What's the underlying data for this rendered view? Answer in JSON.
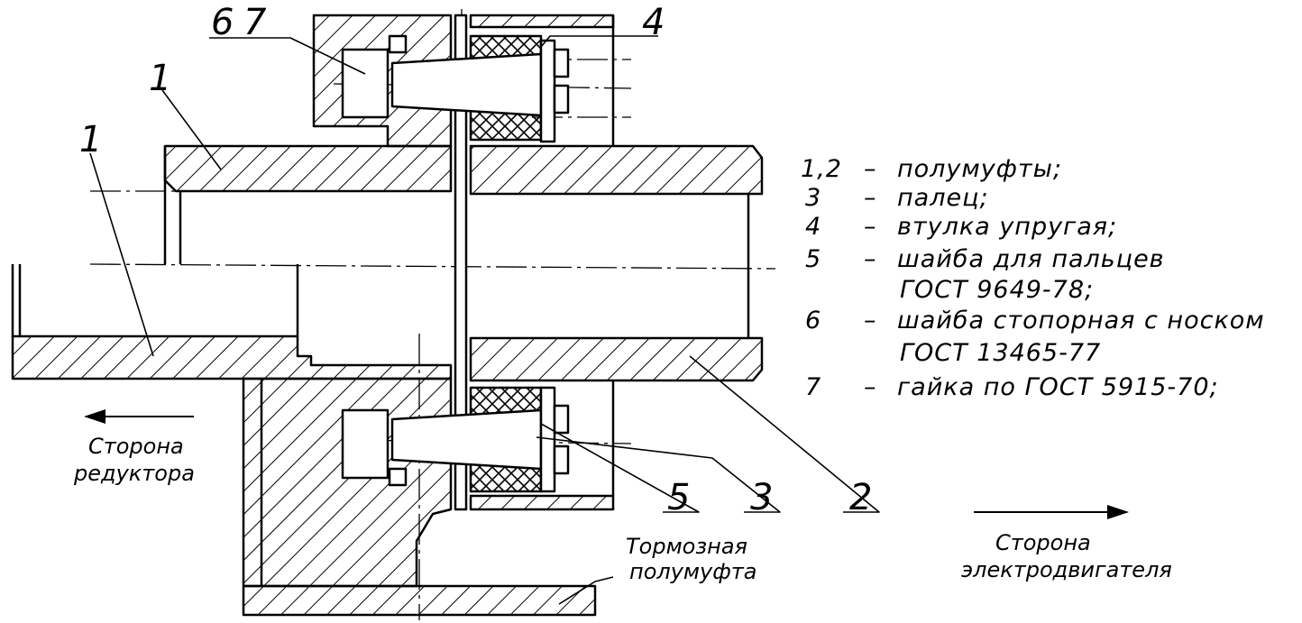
{
  "callouts": {
    "c6": "6",
    "c7": "7",
    "c4": "4",
    "c1_top": "1",
    "c1_left": "1",
    "c5": "5",
    "c3": "3",
    "c2": "2"
  },
  "legend": [
    {
      "num": "1,2",
      "text": "полумуфты;"
    },
    {
      "num": "3",
      "text": "палец;"
    },
    {
      "num": "4",
      "text": "втулка упругая;"
    },
    {
      "num": "5",
      "text": "шайба для пальцев"
    },
    {
      "num": "",
      "text": "ГОСТ 9649-78;"
    },
    {
      "num": "6",
      "text": "шайба стопорная с носком"
    },
    {
      "num": "",
      "text": "ГОСТ 13465-77"
    },
    {
      "num": "7",
      "text": "гайка по ГОСТ 5915-70;"
    }
  ],
  "legend_dash": "–",
  "captions": {
    "reducer_side_1": "Сторона",
    "reducer_side_2": "редуктора",
    "brake_half_1": "Тормозная",
    "brake_half_2": "полумуфта",
    "motor_side_1": "Сторона",
    "motor_side_2": "электродвигателя"
  }
}
